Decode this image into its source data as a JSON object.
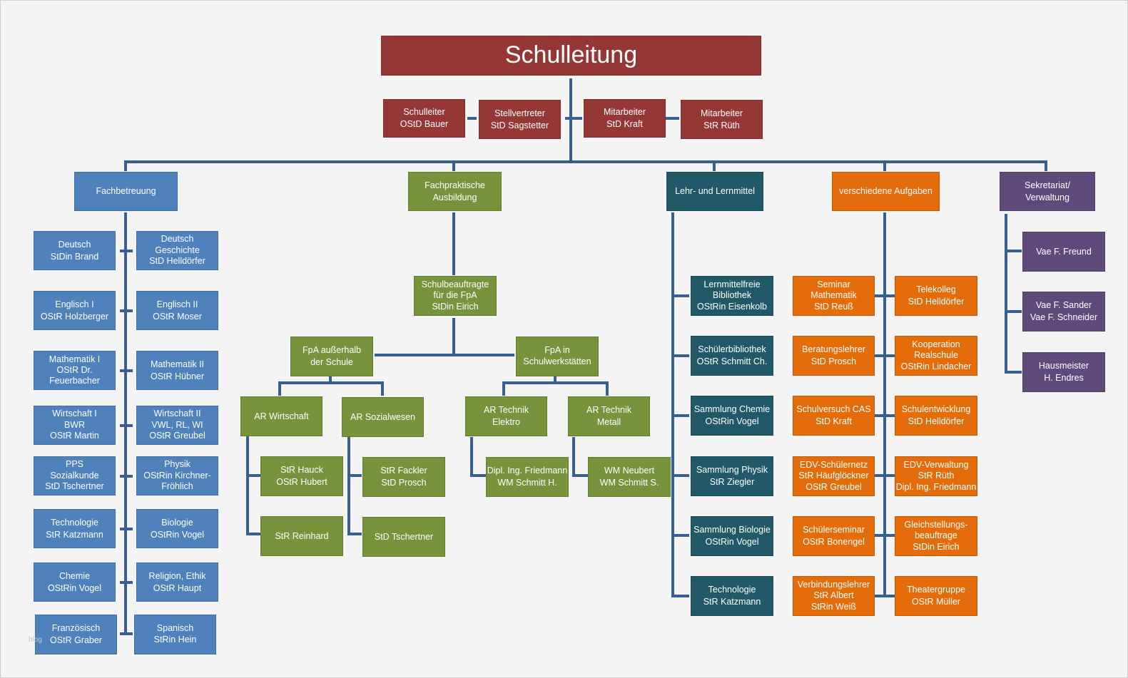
{
  "title": "Schulleitung",
  "leadership": [
    {
      "lines": [
        "Schulleiter",
        "OStD Bauer"
      ]
    },
    {
      "lines": [
        "Stellvertreter",
        "StD Sagstetter"
      ]
    },
    {
      "lines": [
        "Mitarbeiter",
        "StD Kraft"
      ]
    },
    {
      "lines": [
        "Mitarbeiter",
        "StR Rüth"
      ]
    }
  ],
  "departments": [
    {
      "lines": [
        "Fachbetreuung"
      ]
    },
    {
      "lines": [
        "Fachpraktische",
        "Ausbildung"
      ]
    },
    {
      "lines": [
        "Lehr- und Lernmittel"
      ]
    },
    {
      "lines": [
        "verschiedene Aufgaben"
      ]
    },
    {
      "lines": [
        "Sekretariat/",
        "Verwaltung"
      ]
    }
  ],
  "fachbetreuung": [
    {
      "lines": [
        "Deutsch",
        "StDin Brand"
      ]
    },
    {
      "lines": [
        "Deutsch",
        "Geschichte",
        "StD Helldörfer"
      ]
    },
    {
      "lines": [
        "Englisch I",
        "OStR Holzberger"
      ]
    },
    {
      "lines": [
        "Englisch II",
        "OStR Moser"
      ]
    },
    {
      "lines": [
        "Mathematik I",
        "OStR Dr.",
        "Feuerbacher"
      ]
    },
    {
      "lines": [
        "Mathematik II",
        "OStR Hübner"
      ]
    },
    {
      "lines": [
        "Wirtschaft  I",
        "BWR",
        "OStR Martin"
      ]
    },
    {
      "lines": [
        "Wirtschaft II",
        "VWL, RL, WI",
        "OStR Greubel"
      ]
    },
    {
      "lines": [
        "PPS",
        "Sozialkunde",
        "StD Tschertner"
      ]
    },
    {
      "lines": [
        "Physik",
        "OStRin Kirchner-",
        "Fröhlich"
      ]
    },
    {
      "lines": [
        "Technologie",
        "StR Katzmann"
      ]
    },
    {
      "lines": [
        "Biologie",
        "OStRin Vogel"
      ]
    },
    {
      "lines": [
        "Chemie",
        "OStRin Vogel"
      ]
    },
    {
      "lines": [
        "Religion, Ethik",
        "OStR Haupt"
      ]
    },
    {
      "lines": [
        "Französisch",
        "OStR Graber"
      ]
    },
    {
      "lines": [
        "Spanisch",
        "StRin Hein"
      ]
    }
  ],
  "fachpraxis": [
    {
      "lines": [
        "Schulbeauftragte",
        "für die FpA",
        "StDin Eirich"
      ]
    },
    {
      "lines": [
        "FpA außerhalb",
        "der Schule"
      ]
    },
    {
      "lines": [
        "FpA in",
        "Schulwerkstätten"
      ]
    },
    {
      "lines": [
        "AR Wirtschaft"
      ]
    },
    {
      "lines": [
        "AR Sozialwesen"
      ]
    },
    {
      "lines": [
        "AR Technik",
        "Elektro"
      ]
    },
    {
      "lines": [
        "AR Technik",
        "Metall"
      ]
    },
    {
      "lines": [
        "StR Hauck",
        "OStR Hubert"
      ]
    },
    {
      "lines": [
        "StR Reinhard"
      ]
    },
    {
      "lines": [
        "StR Fackler",
        "StD Prosch"
      ]
    },
    {
      "lines": [
        "StD Tschertner"
      ]
    },
    {
      "lines": [
        "Dipl. Ing. Friedmann",
        "WM Schmitt H."
      ]
    },
    {
      "lines": [
        "WM Neubert",
        "WM Schmitt S."
      ]
    }
  ],
  "lernmittel": [
    {
      "lines": [
        "Lernmittelfreie",
        "Bibliothek",
        "OStRin Eisenkolb"
      ]
    },
    {
      "lines": [
        "Schülerbibliothek",
        "OStR Schmitt Ch."
      ]
    },
    {
      "lines": [
        "Sammlung Chemie",
        "OStRin Vogel"
      ]
    },
    {
      "lines": [
        "Sammlung Physik",
        "StR Ziegler"
      ]
    },
    {
      "lines": [
        "Sammlung Biologie",
        "OStRin Vogel"
      ]
    },
    {
      "lines": [
        "Technologie",
        "StR Katzmann"
      ]
    }
  ],
  "aufgaben": [
    {
      "lines": [
        "Seminar",
        "Mathematik",
        "StD Reuß"
      ]
    },
    {
      "lines": [
        "Telekolleg",
        "StD Helldörfer"
      ]
    },
    {
      "lines": [
        "Beratungslehrer",
        "StD Prosch"
      ]
    },
    {
      "lines": [
        "Kooperation",
        "Realschule",
        "OStRin Lindacher"
      ]
    },
    {
      "lines": [
        "Schulversuch  CAS",
        "StD Kraft"
      ]
    },
    {
      "lines": [
        "Schulentwicklung",
        "StD Helldörfer"
      ]
    },
    {
      "lines": [
        "EDV-Schülernetz",
        "StR Häufglöckner",
        "OStR Greubel"
      ]
    },
    {
      "lines": [
        "EDV-Verwaltung",
        "StR Rüth",
        "Dipl. Ing. Friedmann"
      ]
    },
    {
      "lines": [
        "Schülerseminar",
        "OStR Bonengel"
      ]
    },
    {
      "lines": [
        "Gleichstellungs-",
        "beauftrage",
        "StDin Eirich"
      ]
    },
    {
      "lines": [
        "Verbindungslehrer",
        "StR Albert",
        "StRin Weiß"
      ]
    },
    {
      "lines": [
        "Theatergruppe",
        "OStR Müller"
      ]
    }
  ],
  "verwaltung": [
    {
      "lines": [
        "Vae F. Freund"
      ]
    },
    {
      "lines": [
        "Vae F. Sander",
        "Vae F. Schneider"
      ]
    },
    {
      "lines": [
        "Hausmeister",
        "H. Endres"
      ]
    }
  ],
  "watermark": "blog",
  "colors": {
    "leadership": "#953735",
    "fachbetreuung": "#4f81bd",
    "fachpraxis": "#77933c",
    "lernmittel": "#215968",
    "aufgaben": "#e46c0a",
    "verwaltung": "#604a7b",
    "connector": "#366092",
    "background": "#f4f4f4"
  }
}
